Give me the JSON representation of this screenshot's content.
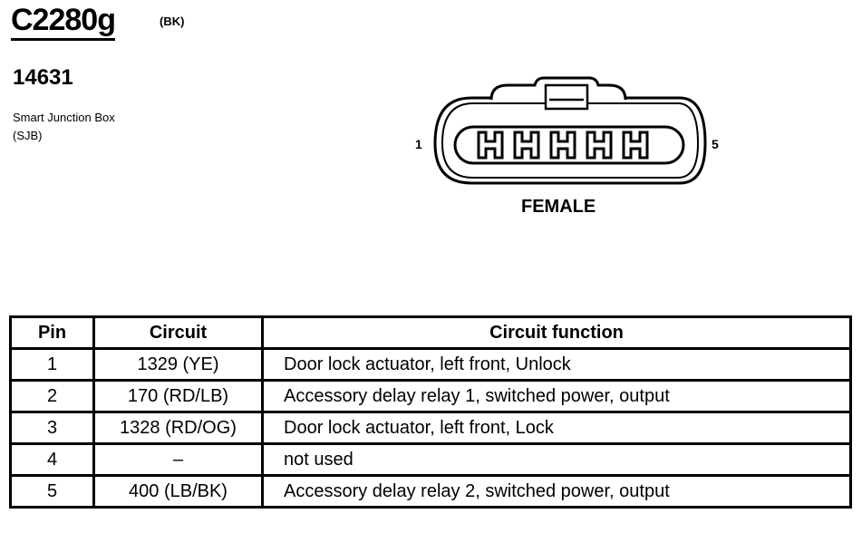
{
  "connector": {
    "id": "C2280g",
    "color_code": "(BK)",
    "part_number": "14631",
    "description_line1": "Smart Junction Box",
    "description_line2": "(SJB)",
    "pin_first_label": "1",
    "pin_last_label": "5",
    "gender": "FEMALE",
    "cavity_count": 5
  },
  "table": {
    "headers": [
      "Pin",
      "Circuit",
      "Circuit function"
    ],
    "rows": [
      {
        "pin": "1",
        "circuit": "1329 (YE)",
        "function": "Door lock actuator, left front, Unlock"
      },
      {
        "pin": "2",
        "circuit": "170 (RD/LB)",
        "function": "Accessory delay relay 1, switched power, output"
      },
      {
        "pin": "3",
        "circuit": "1328 (RD/OG)",
        "function": "Door lock actuator, left front, Lock"
      },
      {
        "pin": "4",
        "circuit": "–",
        "function": "not used"
      },
      {
        "pin": "5",
        "circuit": "400 (LB/BK)",
        "function": "Accessory delay relay 2, switched power, output"
      }
    ]
  }
}
